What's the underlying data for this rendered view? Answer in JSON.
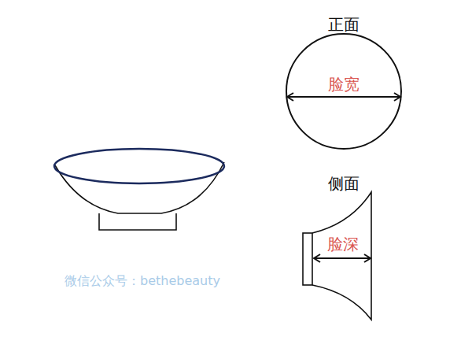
{
  "diagram": {
    "nodes": [
      {
        "text": [
          "正面",
          "脸宽"
        ]
      },
      {
        "text": [
          "侧面",
          "脸深"
        ]
      }
    ],
    "labels": [
      "微信公众号：bethebeauty"
    ]
  }
}
